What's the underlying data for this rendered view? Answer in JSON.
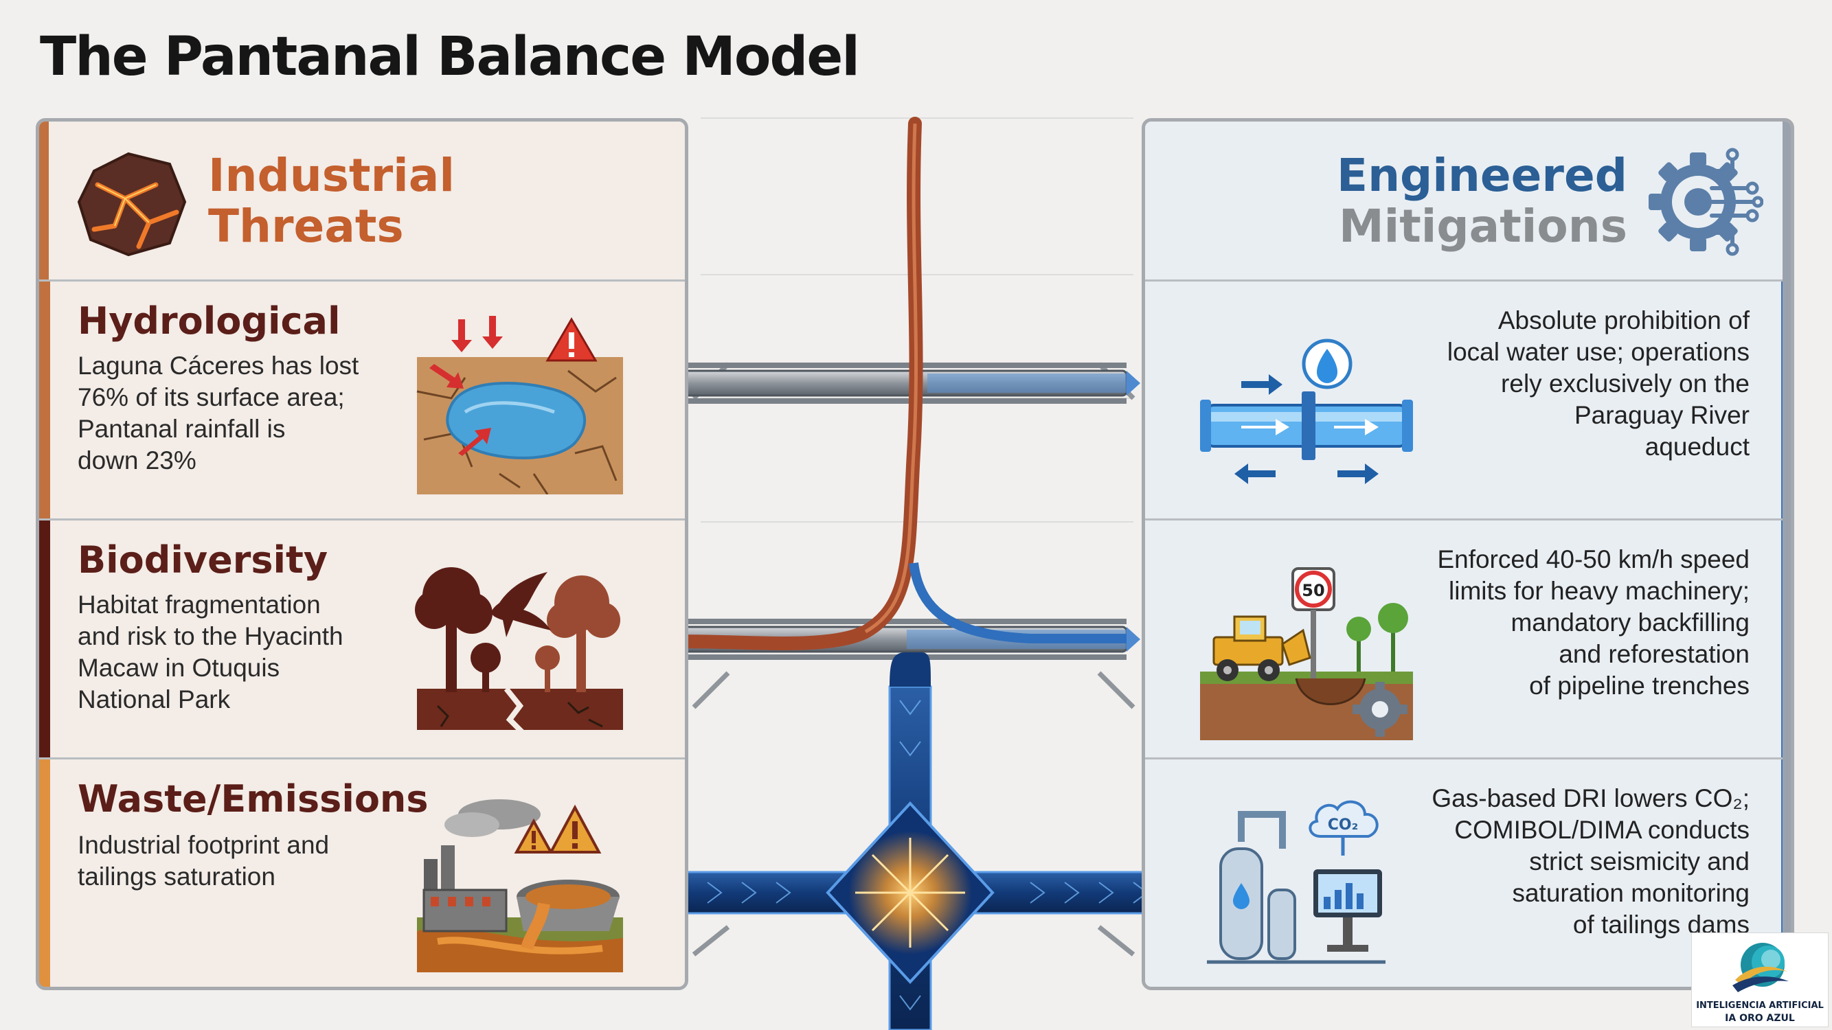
{
  "title": "The Pantanal Balance Model",
  "left_panel": {
    "title_line1": "Industrial",
    "title_line2": "Threats",
    "header_icon": "cracked-lava-rock-icon",
    "sections": [
      {
        "heading": "Hydrological",
        "lines": [
          "Laguna Cáceres has lost",
          "76% of its surface area;",
          "Pantanal rainfall is",
          "down 23%"
        ],
        "icon": "shrinking-lagoon-icon",
        "accent": "#c1713f"
      },
      {
        "heading": "Biodiversity",
        "lines": [
          "Habitat fragmentation",
          "and risk to the Hyacinth",
          "Macaw in Otuquis",
          "National Park"
        ],
        "icon": "fragmented-habitat-macaw-icon",
        "accent": "#5a1a14"
      },
      {
        "heading": "Waste/Emissions",
        "lines": [
          "Industrial footprint and",
          "tailings saturation"
        ],
        "icon": "factory-tailings-icon",
        "accent": "#e0913f"
      }
    ]
  },
  "right_panel": {
    "title_line1": "Engineered",
    "title_line2": "Mitigations",
    "header_icon": "gear-circuit-icon",
    "sections": [
      {
        "lines": [
          "Absolute prohibition of",
          "local water use; operations",
          "rely exclusively on the",
          "Paraguay River",
          "aqueduct"
        ],
        "icon": "aqueduct-pipe-icon"
      },
      {
        "lines": [
          "Enforced 40-50 km/h speed",
          "limits for heavy machinery;",
          "mandatory backfilling",
          "and reforestation",
          "of pipeline trenches"
        ],
        "icon": "machinery-reforestation-icon",
        "sign_value": "50"
      },
      {
        "lines_html": [
          "Gas-based DRI lowers CO₂;",
          "COMIBOL/DIMA conducts",
          "strict seismicity  and",
          "saturation monitoring",
          "of tailings dams"
        ],
        "icon": "gas-plant-monitoring-icon",
        "cloud_label": "CO₂"
      }
    ]
  },
  "colors": {
    "threat_accent": "#c45f2e",
    "threat_heading": "#5b1e18",
    "mitigation_accent": "#2b5f95",
    "mitigation_bar": "#3f76b7"
  },
  "badge": {
    "line1": "INTELIGENCIA ARTIFICIAL",
    "line2": "IA ORO AZUL",
    "icon": "blue-gold-swoosh-logo-icon"
  }
}
